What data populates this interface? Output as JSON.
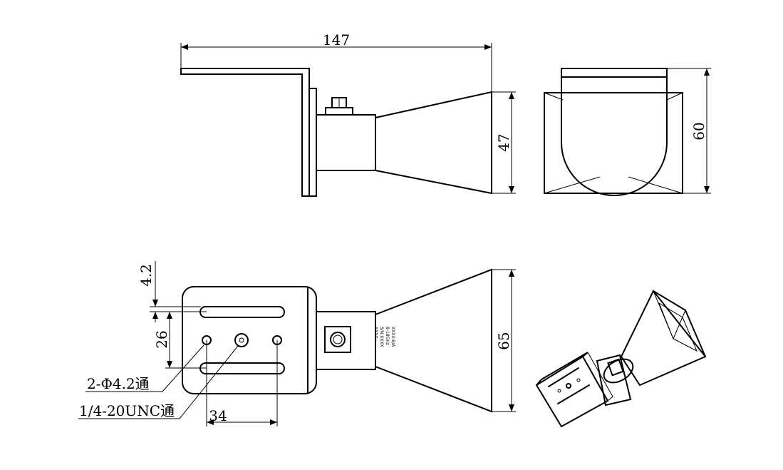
{
  "dimensions": {
    "top_overall_length": "147",
    "top_horn_height": "47",
    "side_height": "60",
    "front_hole_offset": "4.2",
    "front_slot_spacing": "26",
    "front_hole_spacing": "34",
    "front_horn_width": "65"
  },
  "callouts": {
    "through_holes": "2-Φ4.2通",
    "threaded_hole": "1/4-20UNC通"
  },
  "label_plate": {
    "line1": "XXXX-B/A",
    "line2": "8-18GHz",
    "line3": "S/N XXXX",
    "line4": "XXXX"
  },
  "colors": {
    "line": "#000000",
    "background": "#ffffff"
  }
}
